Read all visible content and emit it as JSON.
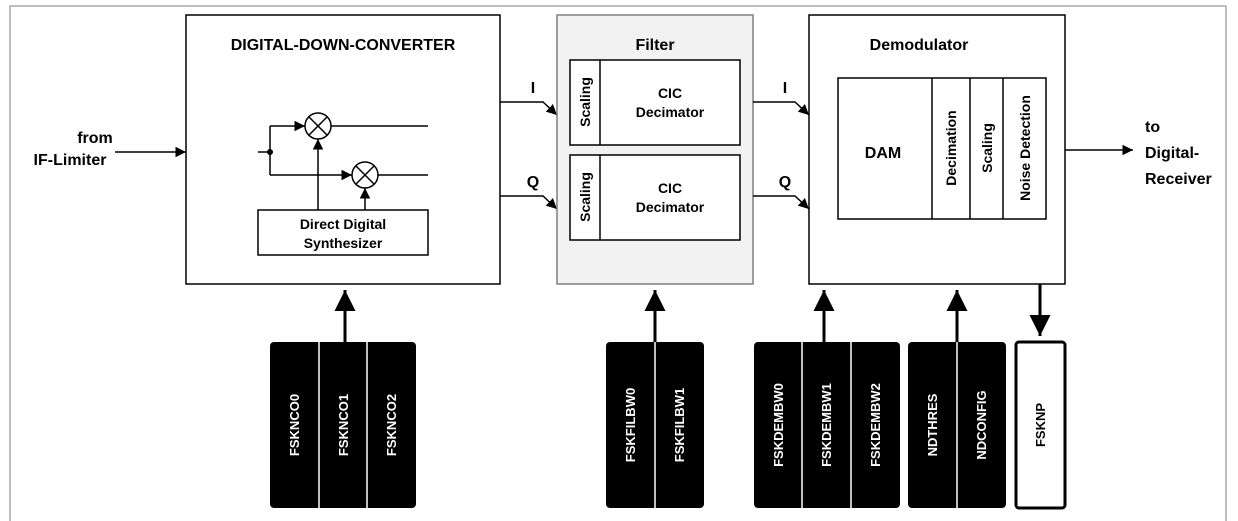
{
  "inputs": {
    "from_line1": "from",
    "from_line2": "IF-Limiter"
  },
  "ddc": {
    "title": "DIGITAL-DOWN-CONVERTER",
    "dds_line1": "Direct Digital",
    "dds_line2": "Synthesizer"
  },
  "signals": {
    "i": "I",
    "q": "Q"
  },
  "filter": {
    "title": "Filter",
    "scaling": "Scaling",
    "cic_line1": "CIC",
    "cic_line2": "Decimator"
  },
  "demod": {
    "title": "Demodulator",
    "dam": "DAM",
    "decimation": "Decimation",
    "scaling": "Scaling",
    "noise": "Noise Detection"
  },
  "output": {
    "line1": "to",
    "line2": "Digital-",
    "line3": "Receiver"
  },
  "registers": {
    "nco": [
      "FSKNCO0",
      "FSKNCO1",
      "FSKNCO2"
    ],
    "filbw": [
      "FSKFILBW0",
      "FSKFILBW1"
    ],
    "dembw": [
      "FSKDEMBW0",
      "FSKDEMBW1",
      "FSKDEMBW2"
    ],
    "nd": [
      "NDTHRES",
      "NDCONFIG"
    ],
    "knp": "FSKNP"
  },
  "colors": {
    "register_fill": "#000000",
    "filter_fill": "#f2f2f2",
    "line": "#000000",
    "border": "#7f7f7f"
  }
}
